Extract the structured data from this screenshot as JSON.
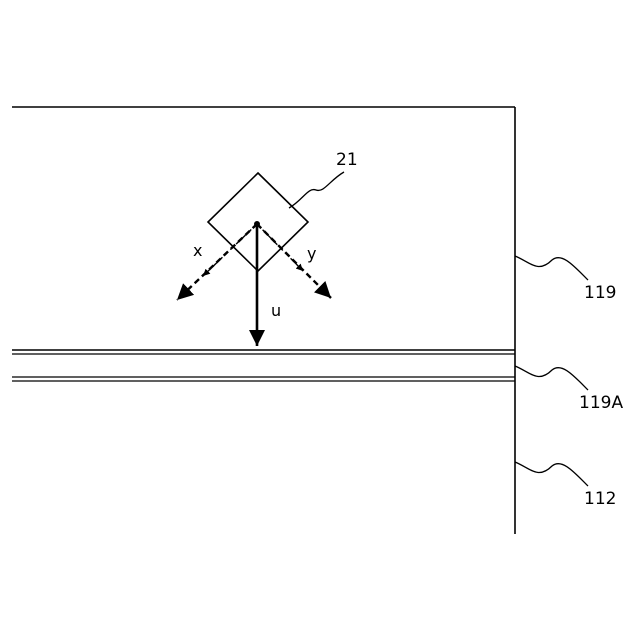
{
  "labels": {
    "sensor_ref": "21",
    "region_ref": "119",
    "boundary_ref": "119A",
    "lower_ref": "112",
    "axis_x": "x",
    "axis_y": "y",
    "axis_u": "u"
  }
}
